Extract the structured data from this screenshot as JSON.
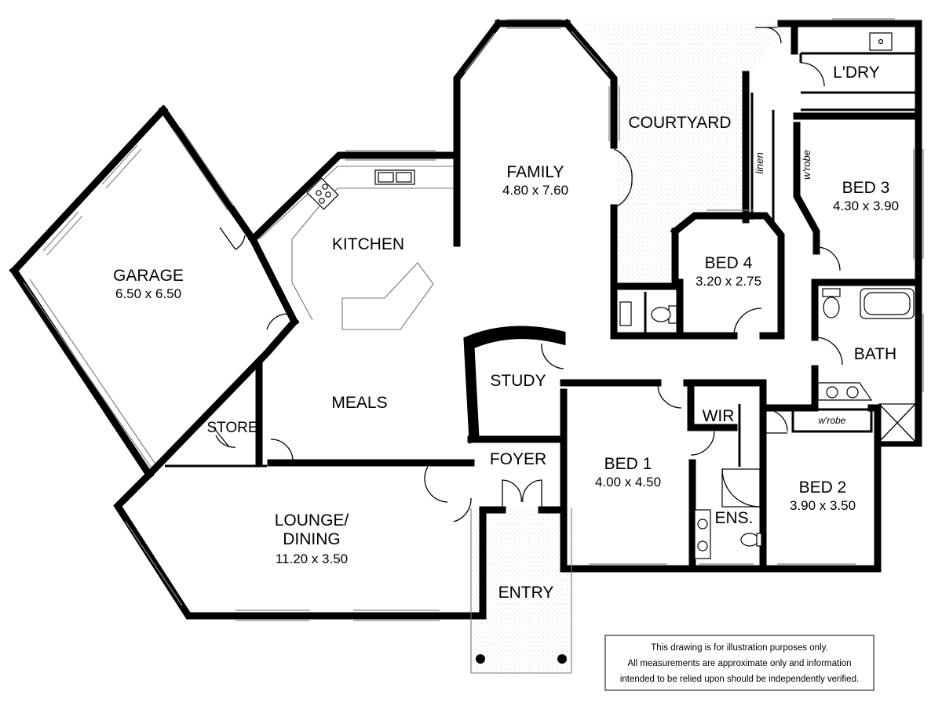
{
  "rooms": {
    "garage": {
      "name": "GARAGE",
      "size": "6.50 x 6.50"
    },
    "kitchen": {
      "name": "KITCHEN"
    },
    "family": {
      "name": "FAMILY",
      "size": "4.80 x 7.60"
    },
    "courtyard": {
      "name": "COURTYARD"
    },
    "laundry": {
      "name": "L'DRY"
    },
    "linen": {
      "name": "linen"
    },
    "bed3_robe": {
      "name": "w'robe"
    },
    "bed3": {
      "name": "BED 3",
      "size": "4.30 x 3.90"
    },
    "bed4": {
      "name": "BED 4",
      "size": "3.20 x 2.75"
    },
    "bath": {
      "name": "BATH"
    },
    "study": {
      "name": "STUDY"
    },
    "meals": {
      "name": "MEALS"
    },
    "store": {
      "name": "STORE"
    },
    "wir": {
      "name": "WIR"
    },
    "bed2_robe": {
      "name": "w'robe"
    },
    "foyer": {
      "name": "FOYER"
    },
    "bed1": {
      "name": "BED 1",
      "size": "4.00 x 4.50"
    },
    "bed2": {
      "name": "BED 2",
      "size": "3.90 x 3.50"
    },
    "ensuite": {
      "name": "ENS."
    },
    "lounge": {
      "name_line1": "LOUNGE/",
      "name_line2": "DINING",
      "size": "11.20 x 3.50"
    },
    "entry": {
      "name": "ENTRY"
    }
  },
  "disclaimer": {
    "line1": "This drawing is for illustration purposes only.",
    "line2": "All measurements are approximate only and information",
    "line3": "intended to be relied upon should be independently verified."
  },
  "colors": {
    "walls": "#000000",
    "windows": "#888888",
    "paving": "#cfd8cf"
  }
}
